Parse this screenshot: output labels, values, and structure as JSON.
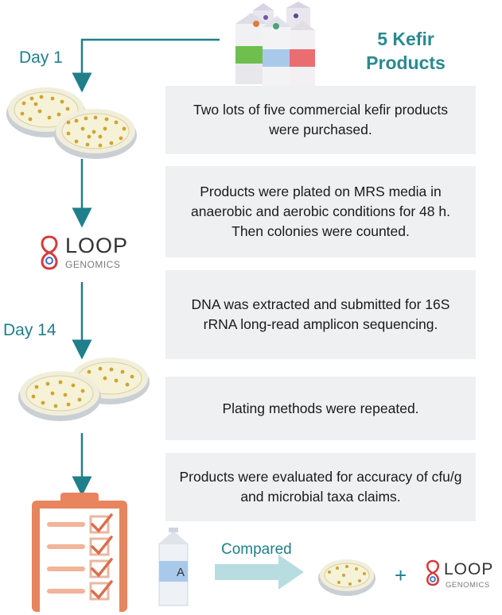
{
  "title": {
    "line1": "5 Kefir",
    "line2": "Products"
  },
  "days": {
    "day1": "Day 1",
    "day14": "Day 14"
  },
  "steps": [
    {
      "text": "Two lots of five commercial kefir products were purchased."
    },
    {
      "text": "Products were plated on MRS media in anaerobic and aerobic conditions for 48 h. Then colonies were counted."
    },
    {
      "text": "DNA was extracted and submitted for 16S rRNA long-read amplicon sequencing."
    },
    {
      "text": "Plating methods were repeated."
    },
    {
      "text": "Products were evaluated for accuracy of cfu/g and microbial taxa claims."
    }
  ],
  "logo": {
    "word": "LOOP",
    "sub": "GENOMICS"
  },
  "compare": {
    "label": "Compared",
    "carton_letter": "A",
    "plus": "+"
  },
  "colors": {
    "teal": "#1f7f8a",
    "box_bg": "#eef0f2",
    "clipboard": "#e8845e",
    "check": "#e9b7a2",
    "logo_red": "#d63b3b",
    "logo_blue": "#3b6fd6"
  }
}
